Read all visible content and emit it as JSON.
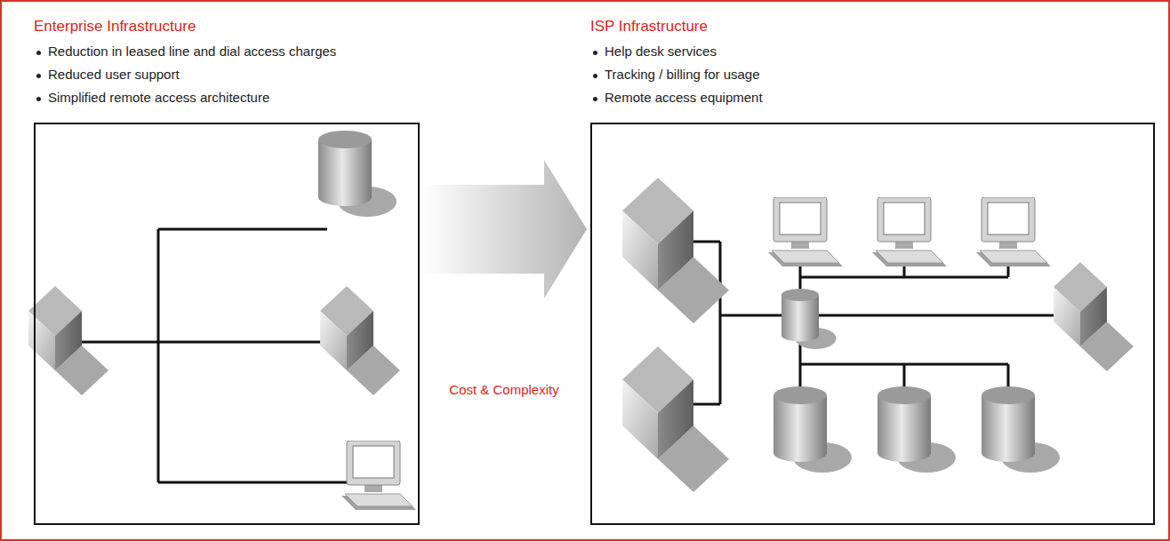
{
  "diagram": {
    "nodes": [
      {
        "text": [
          "Enterprise Infrastructure",
          "Reduction in leased line and dial access charges",
          "Reduced user support",
          "Simplified remote access architecture"
        ]
      },
      {
        "text": [
          "ISP Infrastructure",
          "Help desk services",
          "Tracking / billing for usage",
          "Remote access equipment"
        ]
      }
    ],
    "edges": [
      {
        "from": 0,
        "to": 1,
        "arrow": "to",
        "label": "Cost & Complexity"
      }
    ]
  }
}
